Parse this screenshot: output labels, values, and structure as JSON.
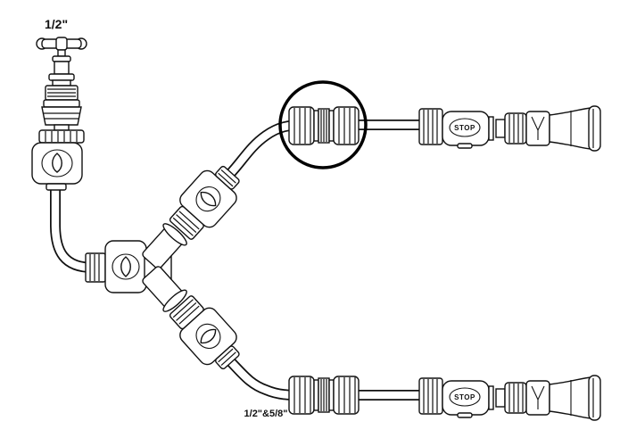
{
  "meta": {
    "background_color": "#ffffff",
    "line_color": "#111111",
    "highlight_color": "#000000",
    "diagram_type": "garden-hose-connector-kit-line-drawing"
  },
  "labels": {
    "tap_size": "1/2\"",
    "hose_sizes": "1/2\"&5/8\"",
    "stop_upper": "STOP",
    "stop_lower": "STOP"
  },
  "parts": [
    "water-tap",
    "tap-connector",
    "hose-quick-connector",
    "supply-hose",
    "two-way-valve",
    "y-distributor",
    "branch-valve-upper",
    "branch-valve-lower",
    "branch-hose-upper",
    "branch-hose-lower",
    "hose-mender-upper-highlighted",
    "hose-mender-lower",
    "stop-connector-upper",
    "stop-connector-lower",
    "spray-nozzle-upper",
    "spray-nozzle-lower"
  ]
}
